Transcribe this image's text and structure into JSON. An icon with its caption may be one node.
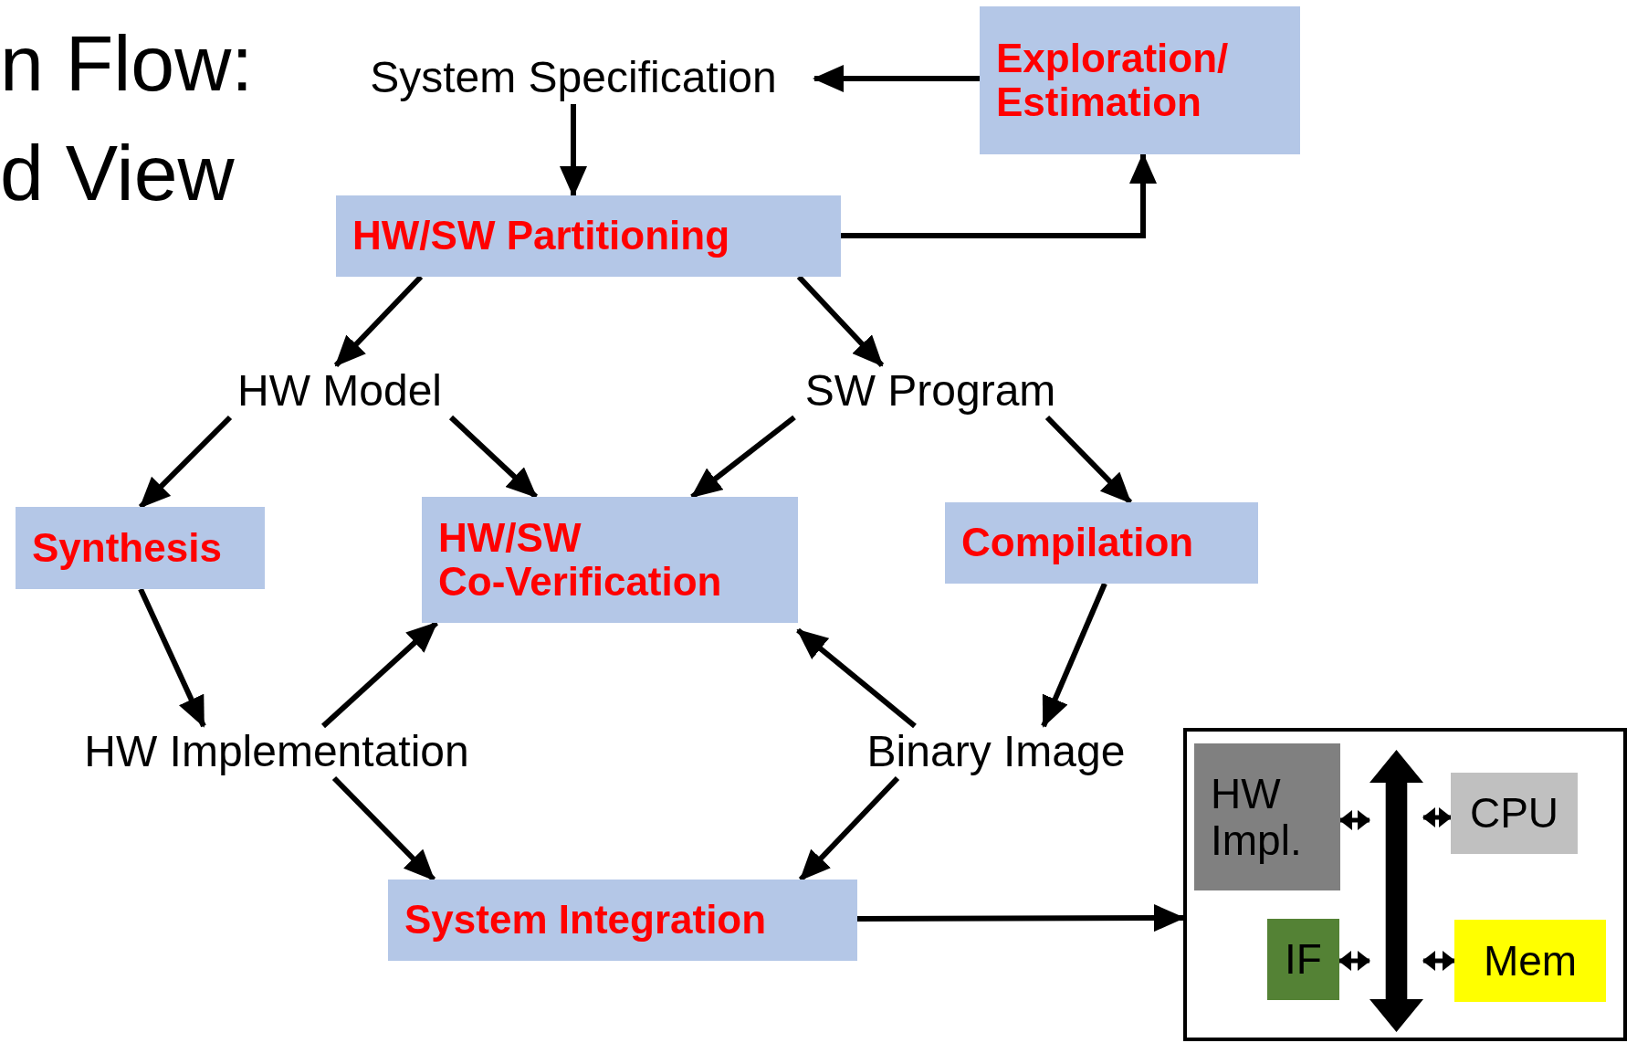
{
  "diagram": {
    "nodes": [
      {
        "text": [
          "System Specification"
        ]
      },
      {
        "text": [
          "Exploration/ Estimation"
        ]
      },
      {
        "text": [
          "HW/SW Partitioning"
        ]
      },
      {
        "text": [
          "HW Model"
        ]
      },
      {
        "text": [
          "SW Program"
        ]
      },
      {
        "text": [
          "Synthesis"
        ]
      },
      {
        "text": [
          "HW/SW Co-Verification"
        ]
      },
      {
        "text": [
          "Compilation"
        ]
      },
      {
        "text": [
          "HW Implementation"
        ]
      },
      {
        "text": [
          "Binary Image"
        ]
      },
      {
        "text": [
          "System Integration"
        ]
      },
      {
        "text": [],
        "shape": "box"
      },
      {
        "text": [
          "HW Impl."
        ],
        "in": 11
      },
      {
        "text": [
          "CPU"
        ],
        "in": 11
      },
      {
        "text": [
          "IF"
        ],
        "in": 11
      },
      {
        "text": [
          "Mem"
        ],
        "in": 11
      },
      {
        "text": [],
        "shape": "bar",
        "in": 11
      }
    ],
    "edges": [
      {
        "from": 1,
        "to": 0,
        "arrow": "to"
      },
      {
        "from": 0,
        "to": 2,
        "arrow": "to"
      },
      {
        "from": 2,
        "to": 1,
        "arrow": "to"
      },
      {
        "from": 2,
        "to": 3,
        "arrow": "to"
      },
      {
        "from": 2,
        "to": 4,
        "arrow": "to"
      },
      {
        "from": 3,
        "to": 5,
        "arrow": "to"
      },
      {
        "from": 3,
        "to": 6,
        "arrow": "to"
      },
      {
        "from": 4,
        "to": 6,
        "arrow": "to"
      },
      {
        "from": 4,
        "to": 7,
        "arrow": "to"
      },
      {
        "from": 5,
        "to": 8,
        "arrow": "to"
      },
      {
        "from": 8,
        "to": 6,
        "arrow": "to"
      },
      {
        "from": 9,
        "to": 6,
        "arrow": "to"
      },
      {
        "from": 7,
        "to": 9,
        "arrow": "to"
      },
      {
        "from": 8,
        "to": 10,
        "arrow": "to"
      },
      {
        "from": 9,
        "to": 10,
        "arrow": "to"
      },
      {
        "from": 10,
        "to": 11,
        "arrow": "to"
      },
      {
        "from": 12,
        "to": 16,
        "arrow": "both"
      },
      {
        "from": 16,
        "to": 13,
        "arrow": "both"
      },
      {
        "from": 14,
        "to": 16,
        "arrow": "both"
      },
      {
        "from": 16,
        "to": 15,
        "arrow": "both"
      }
    ],
    "labels": [
      "n Flow:",
      "d View"
    ]
  }
}
